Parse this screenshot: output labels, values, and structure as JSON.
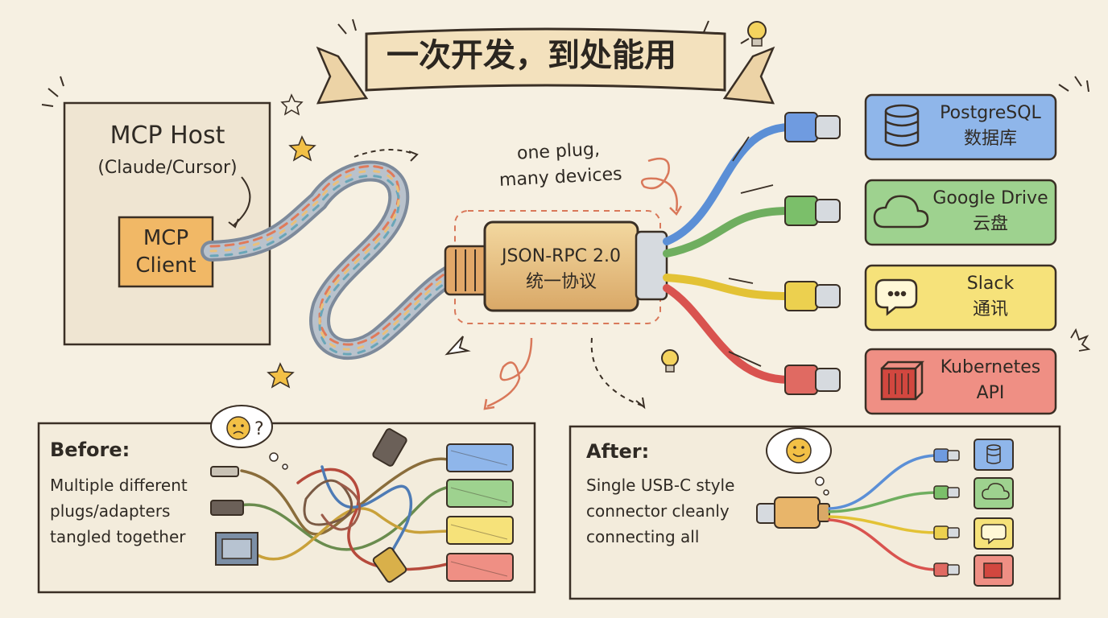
{
  "title": "一次开发，到处能用",
  "host": {
    "title": "MCP Host",
    "subtitle": "(Claude/Cursor)"
  },
  "client": {
    "line1": "MCP",
    "line2": "Client"
  },
  "annotation": {
    "line1": "one plug,",
    "line2": "many devices"
  },
  "protocol": {
    "line1": "JSON-RPC 2.0",
    "line2": "统一协议"
  },
  "services": [
    {
      "name": "PostgreSQL",
      "sub": "数据库",
      "icon": "database-icon",
      "color": "#5b8fd6",
      "fill": "#8fb6ea"
    },
    {
      "name": "Google Drive",
      "sub": "云盘",
      "icon": "cloud-icon",
      "color": "#5ea85a",
      "fill": "#9ed28f"
    },
    {
      "name": "Slack",
      "sub": "通讯",
      "icon": "chat-icon",
      "color": "#e3c235",
      "fill": "#f6e27a"
    },
    {
      "name": "Kubernetes",
      "sub": "API",
      "icon": "container-icon",
      "color": "#d9534f",
      "fill": "#ef8f84"
    }
  ],
  "before": {
    "heading": "Before:",
    "lines": [
      "Multiple different",
      "plugs/adapters",
      "tangled together"
    ]
  },
  "after": {
    "heading": "After:",
    "lines": [
      "Single USB-C style",
      "connector cleanly",
      "connecting all"
    ]
  }
}
